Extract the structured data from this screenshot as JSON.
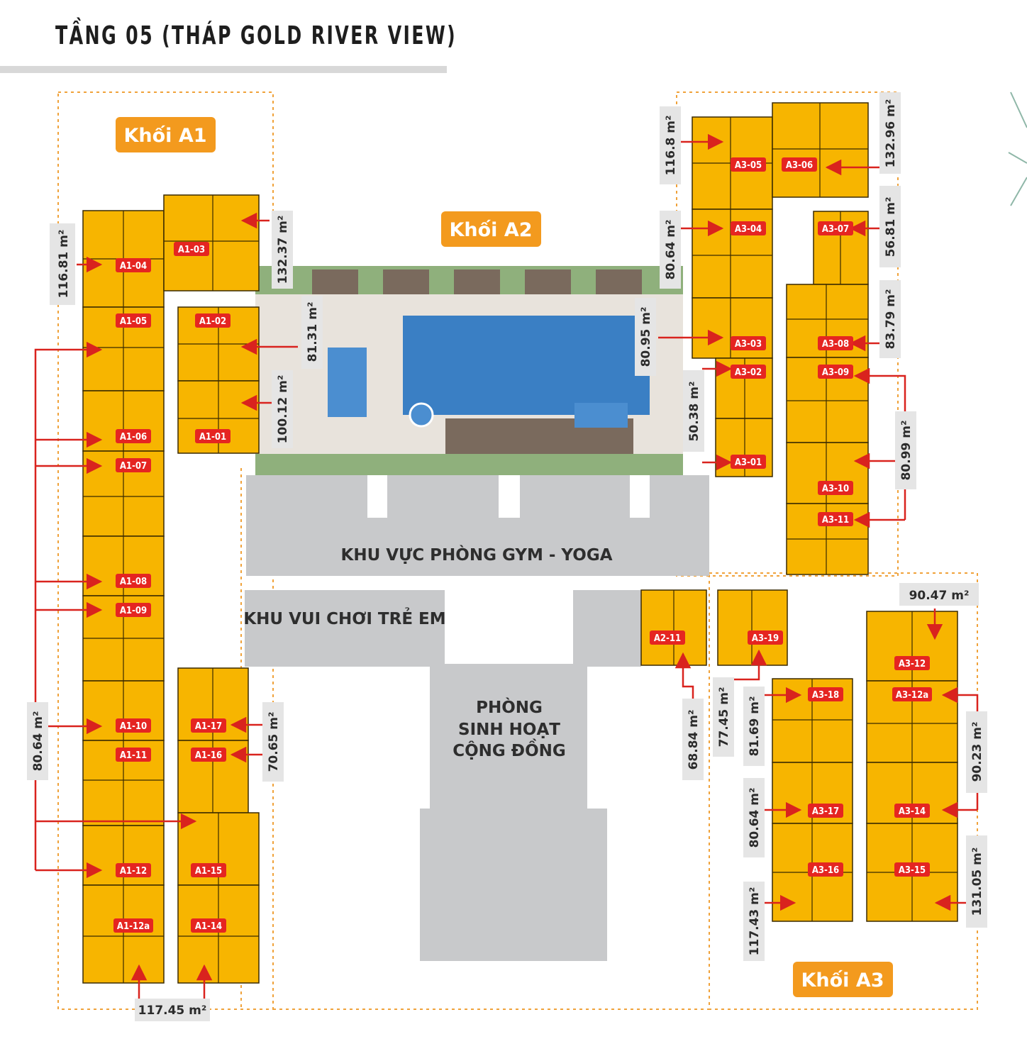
{
  "title": "TẦNG 05 (THÁP GOLD RIVER VIEW)",
  "colors": {
    "unit": "#f7b500",
    "unit_label": "#e52521",
    "block_label": "#f39a1e",
    "arrow": "#d9231e",
    "area_box": "#e5e5e5",
    "zone": "#c8c9cb",
    "pool": "#3a7fc4",
    "boundary": "#f0a23a"
  },
  "blocks": [
    {
      "id": "a1",
      "label": "Khối A1"
    },
    {
      "id": "a2",
      "label": "Khối A2"
    },
    {
      "id": "a3",
      "label": "Khối A3"
    }
  ],
  "zones": {
    "gym": "KHU VỰC PHÒNG GYM - YOGA",
    "kids": "KHU VUI CHƠI TRẺ EM",
    "community": [
      "PHÒNG",
      "SINH HOẠT",
      "CỘNG ĐỒNG"
    ]
  },
  "units": [
    {
      "id": "A1-04"
    },
    {
      "id": "A1-03"
    },
    {
      "id": "A1-05"
    },
    {
      "id": "A1-02"
    },
    {
      "id": "A1-06"
    },
    {
      "id": "A1-01"
    },
    {
      "id": "A1-07"
    },
    {
      "id": "A1-08"
    },
    {
      "id": "A1-09"
    },
    {
      "id": "A1-10"
    },
    {
      "id": "A1-17"
    },
    {
      "id": "A1-11"
    },
    {
      "id": "A1-16"
    },
    {
      "id": "A1-12"
    },
    {
      "id": "A1-15"
    },
    {
      "id": "A1-12a"
    },
    {
      "id": "A1-14"
    },
    {
      "id": "A2-11"
    },
    {
      "id": "A3-05"
    },
    {
      "id": "A3-06"
    },
    {
      "id": "A3-04"
    },
    {
      "id": "A3-07"
    },
    {
      "id": "A3-03"
    },
    {
      "id": "A3-08"
    },
    {
      "id": "A3-02"
    },
    {
      "id": "A3-09"
    },
    {
      "id": "A3-01"
    },
    {
      "id": "A3-10"
    },
    {
      "id": "A3-11"
    },
    {
      "id": "A3-19"
    },
    {
      "id": "A3-12"
    },
    {
      "id": "A3-12a"
    },
    {
      "id": "A3-18"
    },
    {
      "id": "A3-17"
    },
    {
      "id": "A3-14"
    },
    {
      "id": "A3-16"
    },
    {
      "id": "A3-15"
    }
  ],
  "areas": [
    {
      "value": "116.81 m²"
    },
    {
      "value": "132.37 m²"
    },
    {
      "value": "81.31 m²"
    },
    {
      "value": "100.12 m²"
    },
    {
      "value": "80.64 m²"
    },
    {
      "value": "70.65 m²"
    },
    {
      "value": "117.45 m²"
    },
    {
      "value": "116.8 m²"
    },
    {
      "value": "132.96 m²"
    },
    {
      "value": "80.64 m²"
    },
    {
      "value": "56.81 m²"
    },
    {
      "value": "83.79 m²"
    },
    {
      "value": "80.95 m²"
    },
    {
      "value": "50.38 m²"
    },
    {
      "value": "80.99 m²"
    },
    {
      "value": "90.47 m²"
    },
    {
      "value": "68.84 m²"
    },
    {
      "value": "77.45 m²"
    },
    {
      "value": "81.69 m²"
    },
    {
      "value": "90.23 m²"
    },
    {
      "value": "80.64 m²"
    },
    {
      "value": "117.43 m²"
    },
    {
      "value": "131.05 m²"
    }
  ]
}
